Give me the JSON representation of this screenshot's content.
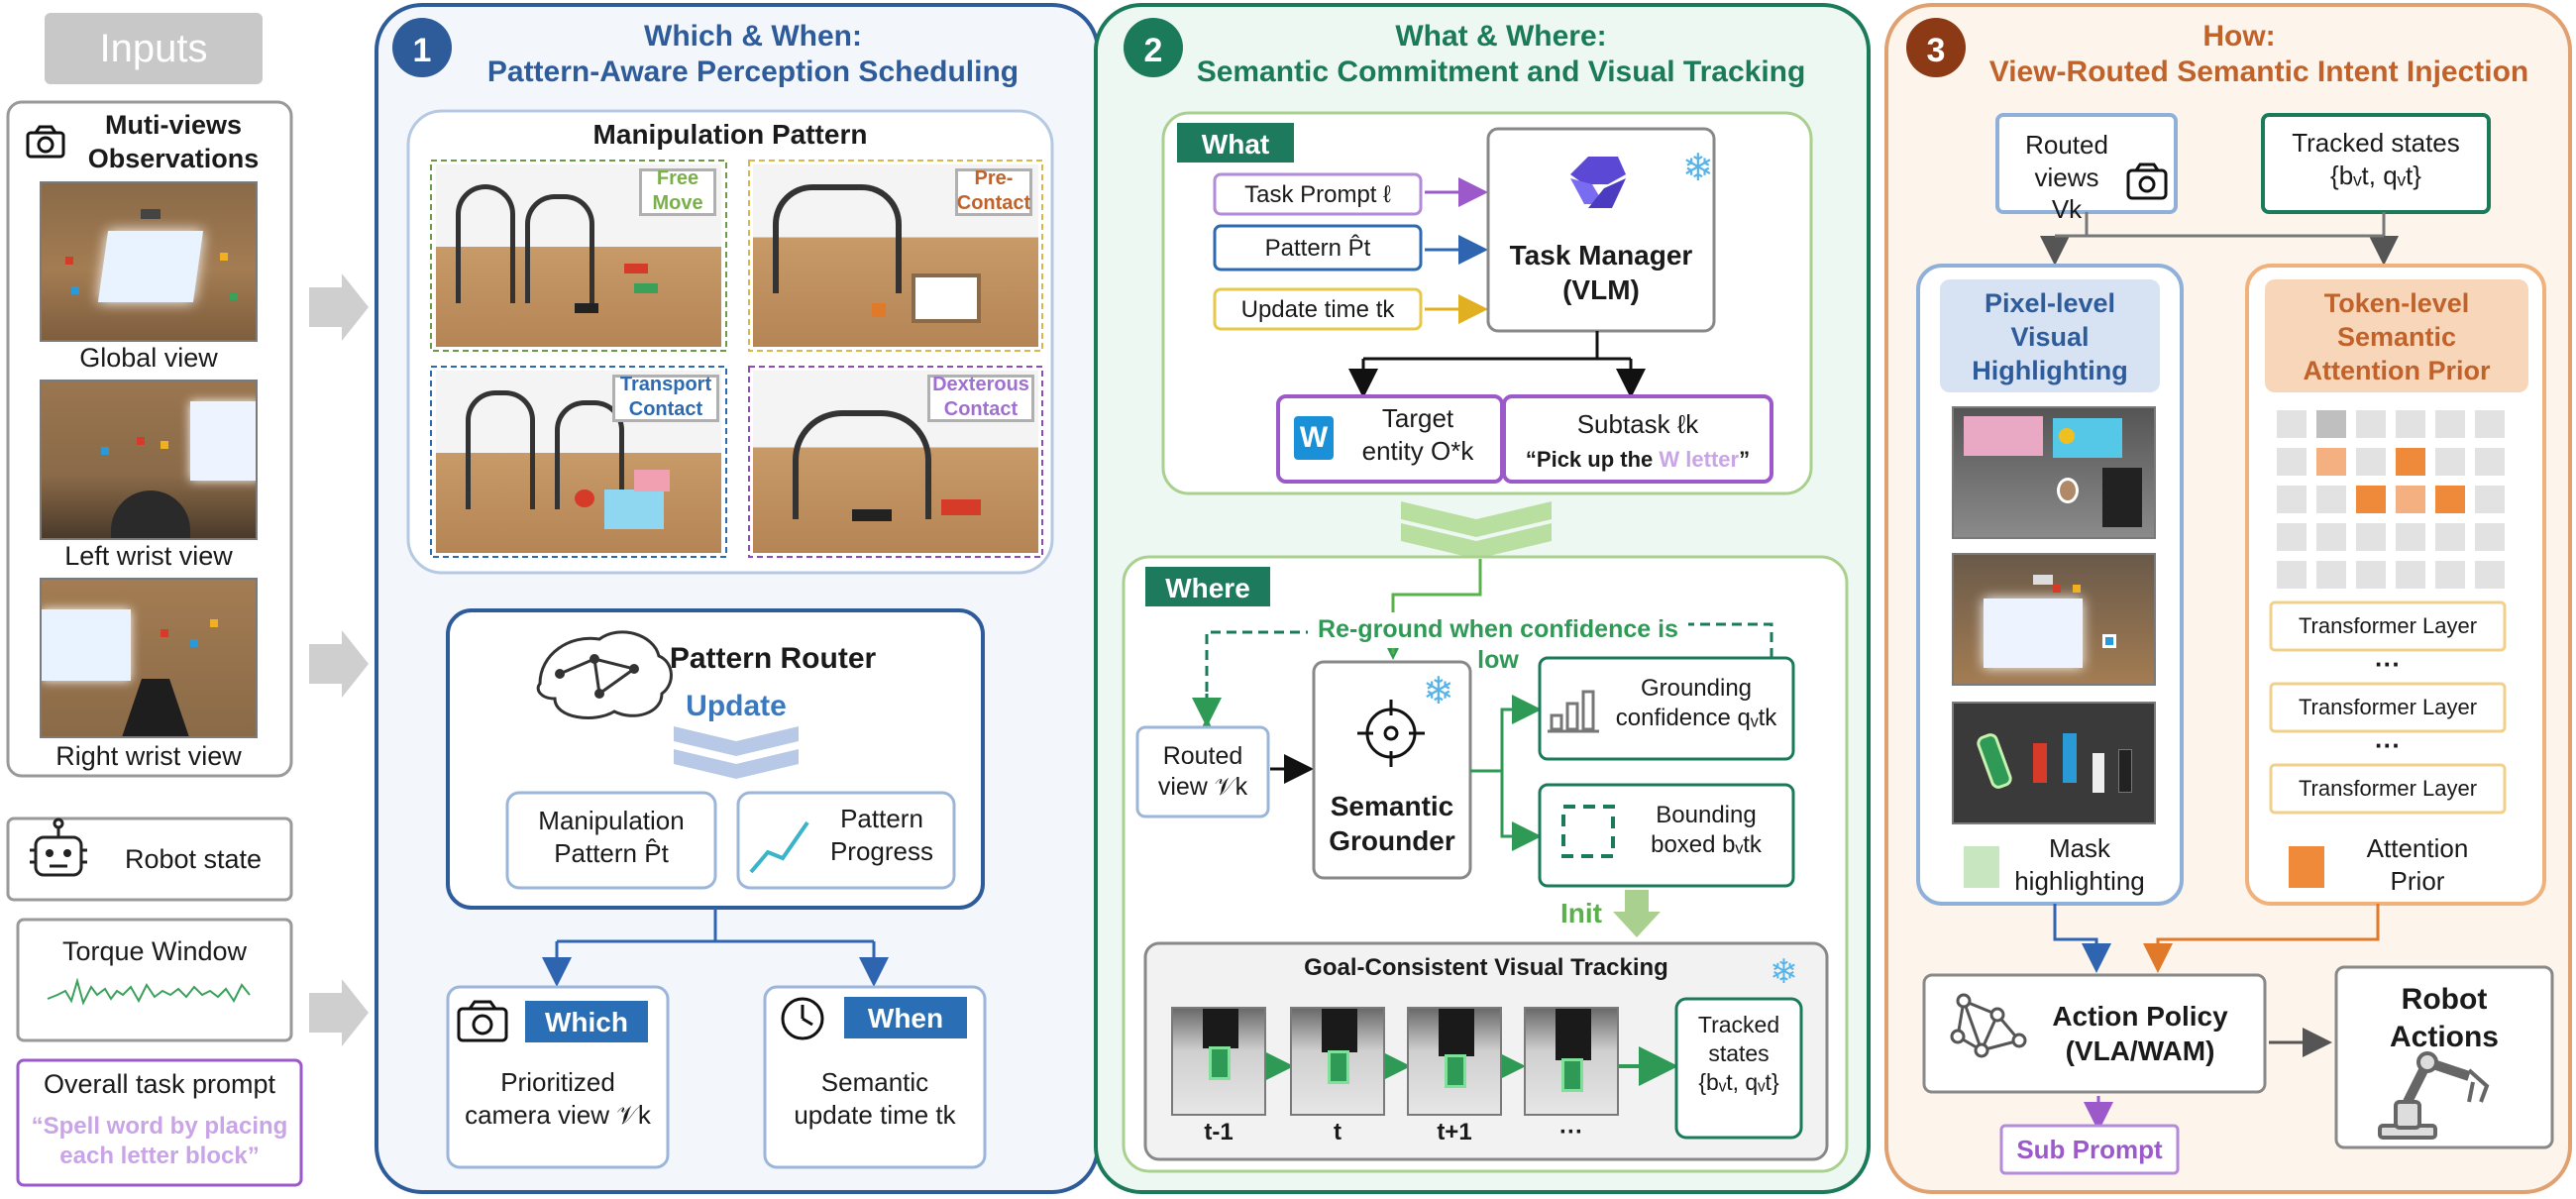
{
  "inputs": {
    "header": "Inputs",
    "observations_title": "Muti-views\nObservations",
    "global_view": "Global view",
    "left_wrist_view": "Left wrist view",
    "right_wrist_view": "Right wrist view",
    "robot_state": "Robot state",
    "torque_window": "Torque Window",
    "overall_task_prompt": "Overall task prompt",
    "task_prompt_quote": "“Spell word by placing each letter block”"
  },
  "panel1": {
    "number": "1",
    "title_line1": "Which & When:",
    "title_line2": "Pattern-Aware Perception Scheduling",
    "manipulation_pattern": "Manipulation Pattern",
    "free_move": "Free\nMove",
    "pre_contact": "Pre-\nContact",
    "transport_contact": "Transport\nContact",
    "dexterous_contact": "Dexterous\nContact",
    "pattern_router": "Pattern Router",
    "update": "Update",
    "manipulation_pattern_p": "Manipulation\nPattern P̂t",
    "pattern_progress": "Pattern\nProgress",
    "which": "Which",
    "when": "When",
    "prioritized_view": "Prioritized\ncamera view 𝒱k",
    "semantic_update_time": "Semantic\nupdate time tk"
  },
  "panel2": {
    "number": "2",
    "title_line1": "What & Where:",
    "title_line2": "Semantic Commitment and Visual Tracking",
    "what": "What",
    "task_prompt": "Task Prompt ℓ",
    "pattern": "Pattern P̂t",
    "update_time": "Update time tk",
    "task_manager": "Task Manager\n(VLM)",
    "target_entity": "Target\nentity O*k",
    "subtask": "Subtask ℓk",
    "subtask_quote_pre": "“Pick up the ",
    "subtask_quote_w": "W letter",
    "subtask_quote_post": "”",
    "w_icon": "W",
    "where": "Where",
    "reground": "Re-ground when confidence is low",
    "routed_view": "Routed\nview 𝒱k",
    "semantic_grounder": "Semantic\nGrounder",
    "grounding_confidence": "Grounding\nconfidence qᵥtk",
    "bounding_boxed": "Bounding\nboxed bᵥtk",
    "init": "Init",
    "tracking_title": "Goal-Consistent Visual Tracking",
    "frames": [
      "t-1",
      "t",
      "t+1",
      "···"
    ],
    "tracked_states": "Tracked\nstates\n{bᵥt, qᵥt}"
  },
  "panel3": {
    "number": "3",
    "title_line1": "How:",
    "title_line2": "View-Routed Semantic Intent Injection",
    "routed_views": "Routed views\nVk",
    "tracked_states": "Tracked states\n{bᵥt, qᵥt}",
    "pixel_level": "Pixel-level\nVisual\nHighlighting",
    "token_level": "Token-level\nSemantic\nAttention Prior",
    "transformer_layer": "Transformer Layer",
    "dots": "···",
    "mask_highlighting": "Mask\nhighlighting",
    "attention_prior": "Attention\nPrior",
    "action_policy": "Action Policy\n(VLA/WAM)",
    "robot_actions": "Robot\nActions",
    "sub_prompt": "Sub Prompt"
  },
  "colors": {
    "panel1": "#2e5b9a",
    "panel2": "#1a7a5a",
    "panel3": "#c0622a",
    "what_purple": "#8d4bbf",
    "light_green": "#a9d08e"
  }
}
